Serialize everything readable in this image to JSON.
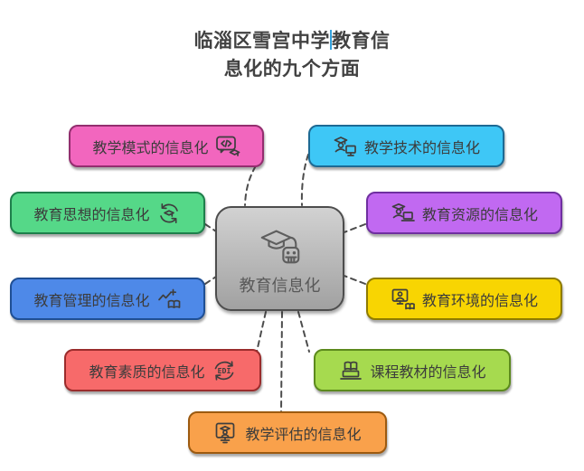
{
  "title": {
    "line1_part1": "临淄区雪宫中学",
    "line1_part2": "教育信",
    "line2": "息化的九个方面",
    "cursor_color": "#35a3de"
  },
  "center_node": {
    "label": "教育信息化",
    "icon": "graduation-cap-robot-icon",
    "background": "linear-gradient(180deg,#d2d2d2,#a1a1a1)",
    "border_color": "#4d4d4d",
    "text_color": "#595959"
  },
  "connector_color": "#4d4d4d",
  "icon_texts": {
    "edi": "EDI"
  },
  "nodes": [
    {
      "id": "teaching-mode",
      "label": "教学模式的信息化",
      "icon": "code-chat-graduation-icon",
      "icon_side": "right",
      "fill": "#F266BE",
      "border_color": "#932e6f"
    },
    {
      "id": "teaching-technology",
      "label": "教学技术的信息化",
      "icon": "teacher-monitor-icon",
      "icon_side": "left",
      "fill": "#3EC7F6",
      "border_color": "#1d6a94"
    },
    {
      "id": "education-thought",
      "label": "教育思想的信息化",
      "icon": "sync-graduation-icon",
      "icon_side": "right",
      "fill": "#55D888",
      "border_color": "#1e7f4b"
    },
    {
      "id": "education-resources",
      "label": "教育资源的信息化",
      "icon": "student-laptop-icon",
      "icon_side": "left",
      "fill": "#C169F1",
      "border_color": "#6f2fa0"
    },
    {
      "id": "education-management",
      "label": "教育管理的信息化",
      "icon": "workflow-book-icon",
      "icon_side": "right",
      "fill": "#4E89E8",
      "border_color": "#1f4f94"
    },
    {
      "id": "education-environment",
      "label": "教育环境的信息化",
      "icon": "monitor-person-book-icon",
      "icon_side": "left",
      "fill": "#F8D502",
      "border_color": "#8f7c00"
    },
    {
      "id": "education-quality",
      "label": "教育素质的信息化",
      "icon": "edi-cycle-icon",
      "icon_side": "right",
      "fill": "#F76A6A",
      "border_color": "#9b2c2c"
    },
    {
      "id": "course-materials",
      "label": "课程教材的信息化",
      "icon": "book-laptop-icon",
      "icon_side": "left",
      "fill": "#A6DA4F",
      "border_color": "#5c8a1d"
    },
    {
      "id": "teaching-evaluation",
      "label": "教学评估的信息化",
      "icon": "monitor-graduate-icon",
      "icon_side": "left",
      "fill": "#F9A14B",
      "border_color": "#9c5a10"
    }
  ]
}
